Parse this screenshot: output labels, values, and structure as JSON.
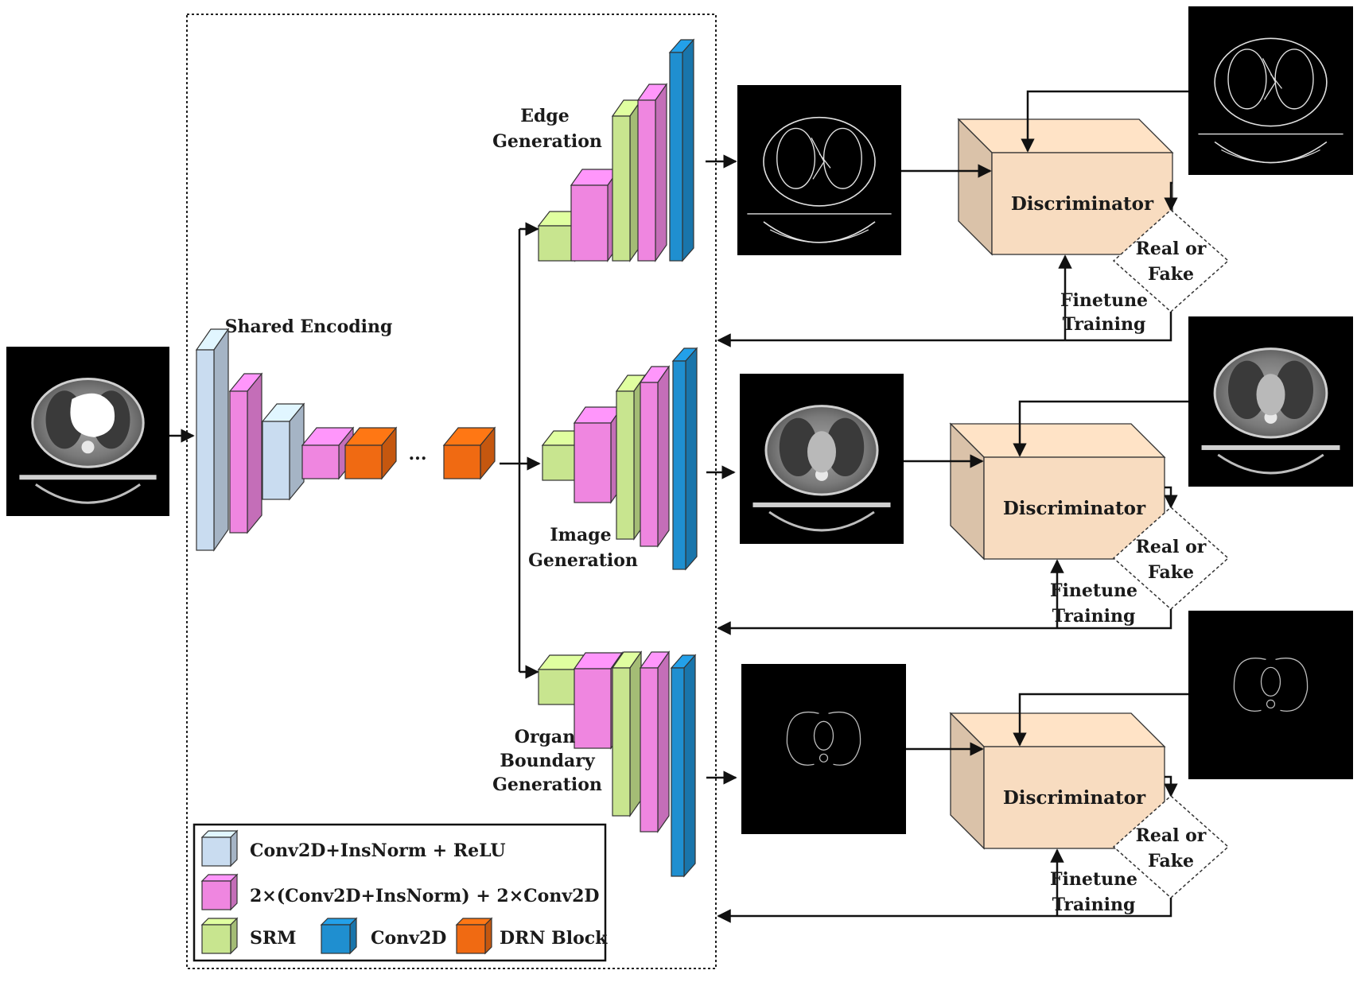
{
  "colors": {
    "conv_norm_relu": "#c9dcf0",
    "insnorm_conv": "#ef86e0",
    "srm": "#c8e58f",
    "conv2d": "#1f8fd0",
    "drn_block": "#f06a12",
    "discriminator": "#f8dcc0",
    "image_bg": "#000000",
    "line": "#111111"
  },
  "labels": {
    "shared_encoding": "Shared Encoding",
    "ellipsis": "...",
    "edge_generation_line1": "Edge",
    "edge_generation_line2": "Generation",
    "image_generation_line1": "Image",
    "image_generation_line2": "Generation",
    "organ_line1": "Organ",
    "organ_line2": "Boundary",
    "organ_line3": "Generation"
  },
  "branches": [
    {
      "discriminator": "Discriminator",
      "decision_line1": "Real or",
      "decision_line2": "Fake",
      "feedback_line1": "Finetune",
      "feedback_line2": "Training"
    },
    {
      "discriminator": "Discriminator",
      "decision_line1": "Real or",
      "decision_line2": "Fake",
      "feedback_line1": "Finetune",
      "feedback_line2": "Training"
    },
    {
      "discriminator": "Discriminator",
      "decision_line1": "Real or",
      "decision_line2": "Fake",
      "feedback_line1": "Finetune",
      "feedback_line2": "Training"
    }
  ],
  "legend": {
    "conv_norm_relu": "Conv2D+InsNorm + ReLU",
    "insnorm_conv": "2×(Conv2D+InsNorm) + 2×Conv2D",
    "srm": "SRM",
    "conv2d": "Conv2D",
    "drn_block": "DRN Block"
  },
  "images": {
    "input": "input-ct-image",
    "edge_generated": "generated-edge-map",
    "edge_real": "real-edge-map",
    "image_generated": "generated-ct-image",
    "image_real": "real-ct-image",
    "organ_generated": "generated-organ-boundary",
    "organ_real": "real-organ-boundary"
  }
}
